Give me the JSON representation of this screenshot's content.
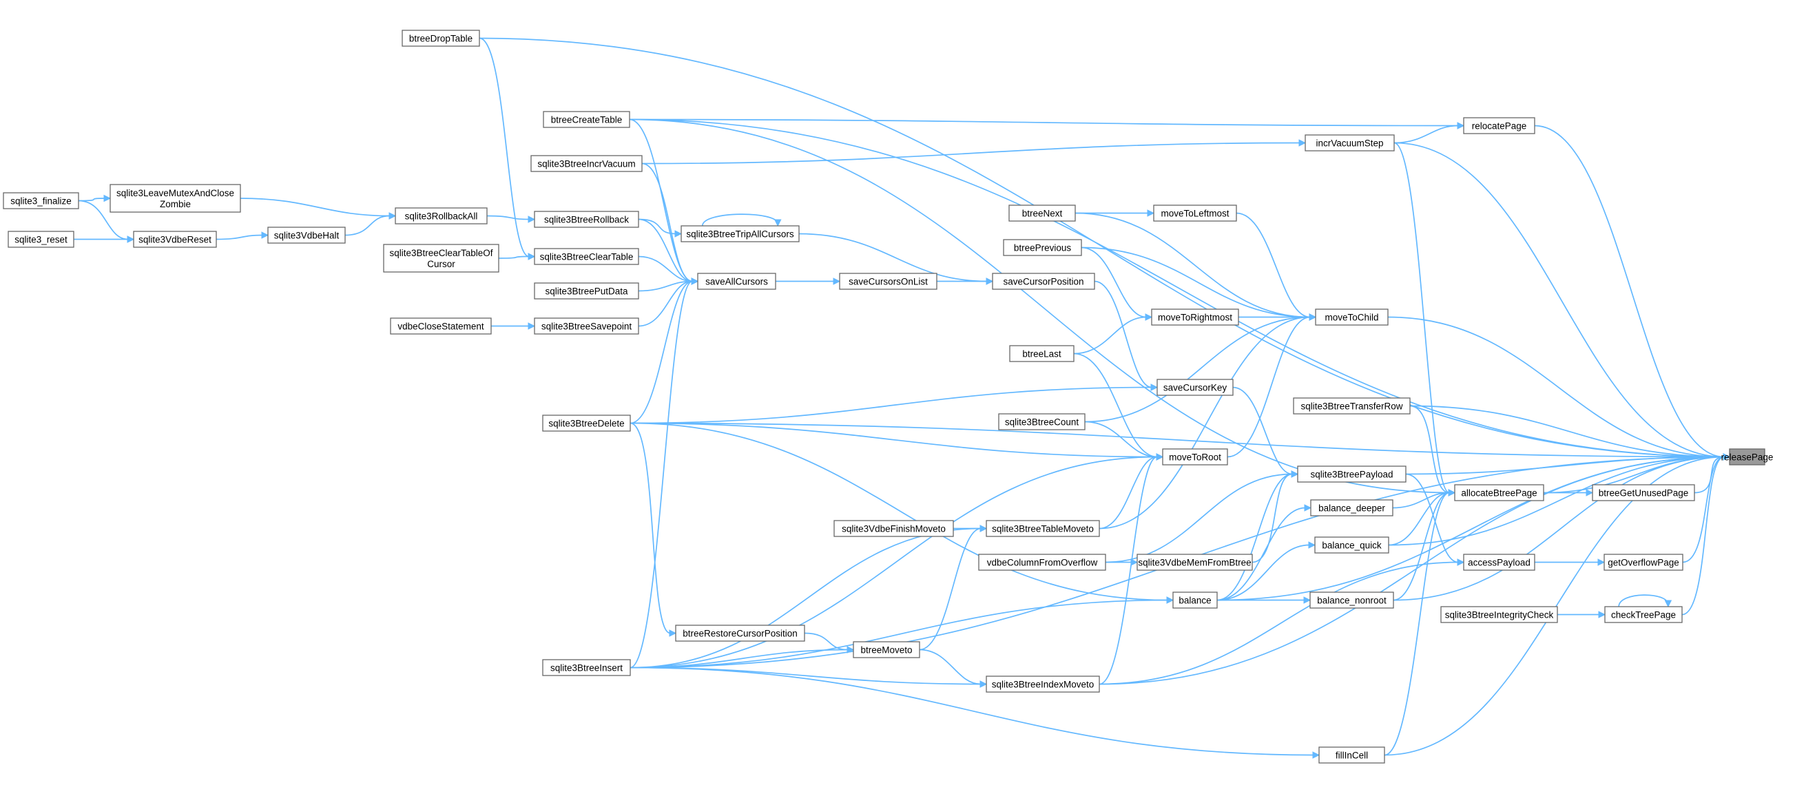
{
  "graph": {
    "root": "releasePage",
    "colors": {
      "edge": "#63b8ff",
      "node_border": "#666666",
      "root_fill": "#999999",
      "node_fill": "#ffffff"
    },
    "nodes": [
      {
        "id": "releasePage",
        "lines": [
          "releasePage"
        ]
      },
      {
        "id": "btreeDropTable",
        "lines": [
          "btreeDropTable"
        ]
      },
      {
        "id": "btreeCreateTable",
        "lines": [
          "btreeCreateTable"
        ]
      },
      {
        "id": "relocatePage",
        "lines": [
          "relocatePage"
        ]
      },
      {
        "id": "incrVacuumStep",
        "lines": [
          "incrVacuumStep"
        ]
      },
      {
        "id": "sqlite3BtreeIncrVacuum",
        "lines": [
          "sqlite3BtreeIncrVacuum"
        ]
      },
      {
        "id": "sqlite3_finalize",
        "lines": [
          "sqlite3_finalize"
        ]
      },
      {
        "id": "sqlite3LeaveMutexAndCloseZombie",
        "lines": [
          "sqlite3LeaveMutexAndClose",
          "Zombie"
        ]
      },
      {
        "id": "sqlite3RollbackAll",
        "lines": [
          "sqlite3RollbackAll"
        ]
      },
      {
        "id": "sqlite3BtreeRollback",
        "lines": [
          "sqlite3BtreeRollback"
        ]
      },
      {
        "id": "sqlite3_reset",
        "lines": [
          "sqlite3_reset"
        ]
      },
      {
        "id": "sqlite3VdbeReset",
        "lines": [
          "sqlite3VdbeReset"
        ]
      },
      {
        "id": "sqlite3VdbeHalt",
        "lines": [
          "sqlite3VdbeHalt"
        ]
      },
      {
        "id": "sqlite3BtreeTripAllCursors",
        "lines": [
          "sqlite3BtreeTripAllCursors"
        ]
      },
      {
        "id": "sqlite3BtreeClearTableOfCursor",
        "lines": [
          "sqlite3BtreeClearTableOf",
          "Cursor"
        ]
      },
      {
        "id": "sqlite3BtreeClearTable",
        "lines": [
          "sqlite3BtreeClearTable"
        ]
      },
      {
        "id": "sqlite3BtreePutData",
        "lines": [
          "sqlite3BtreePutData"
        ]
      },
      {
        "id": "saveAllCursors",
        "lines": [
          "saveAllCursors"
        ]
      },
      {
        "id": "saveCursorsOnList",
        "lines": [
          "saveCursorsOnList"
        ]
      },
      {
        "id": "saveCursorPosition",
        "lines": [
          "saveCursorPosition"
        ]
      },
      {
        "id": "vdbeCloseStatement",
        "lines": [
          "vdbeCloseStatement"
        ]
      },
      {
        "id": "sqlite3BtreeSavepoint",
        "lines": [
          "sqlite3BtreeSavepoint"
        ]
      },
      {
        "id": "btreeNext",
        "lines": [
          "btreeNext"
        ]
      },
      {
        "id": "moveToLeftmost",
        "lines": [
          "moveToLeftmost"
        ]
      },
      {
        "id": "btreePrevious",
        "lines": [
          "btreePrevious"
        ]
      },
      {
        "id": "moveToRightmost",
        "lines": [
          "moveToRightmost"
        ]
      },
      {
        "id": "moveToChild",
        "lines": [
          "moveToChild"
        ]
      },
      {
        "id": "btreeLast",
        "lines": [
          "btreeLast"
        ]
      },
      {
        "id": "saveCursorKey",
        "lines": [
          "saveCursorKey"
        ]
      },
      {
        "id": "sqlite3BtreeDelete",
        "lines": [
          "sqlite3BtreeDelete"
        ]
      },
      {
        "id": "sqlite3BtreeCount",
        "lines": [
          "sqlite3BtreeCount"
        ]
      },
      {
        "id": "moveToRoot",
        "lines": [
          "moveToRoot"
        ]
      },
      {
        "id": "sqlite3BtreeTransferRow",
        "lines": [
          "sqlite3BtreeTransferRow"
        ]
      },
      {
        "id": "sqlite3BtreePayload",
        "lines": [
          "sqlite3BtreePayload"
        ]
      },
      {
        "id": "allocateBtreePage",
        "lines": [
          "allocateBtreePage"
        ]
      },
      {
        "id": "btreeGetUnusedPage",
        "lines": [
          "btreeGetUnusedPage"
        ]
      },
      {
        "id": "balance_deeper",
        "lines": [
          "balance_deeper"
        ]
      },
      {
        "id": "sqlite3VdbeFinishMoveto",
        "lines": [
          "sqlite3VdbeFinishMoveto"
        ]
      },
      {
        "id": "sqlite3BtreeTableMoveto",
        "lines": [
          "sqlite3BtreeTableMoveto"
        ]
      },
      {
        "id": "balance_quick",
        "lines": [
          "balance_quick"
        ]
      },
      {
        "id": "vdbeColumnFromOverflow",
        "lines": [
          "vdbeColumnFromOverflow"
        ]
      },
      {
        "id": "sqlite3VdbeMemFromBtree",
        "lines": [
          "sqlite3VdbeMemFromBtree"
        ]
      },
      {
        "id": "accessPayload",
        "lines": [
          "accessPayload"
        ]
      },
      {
        "id": "getOverflowPage",
        "lines": [
          "getOverflowPage"
        ]
      },
      {
        "id": "balance",
        "lines": [
          "balance"
        ]
      },
      {
        "id": "balance_nonroot",
        "lines": [
          "balance_nonroot"
        ]
      },
      {
        "id": "sqlite3BtreeIntegrityCheck",
        "lines": [
          "sqlite3BtreeIntegrityCheck"
        ]
      },
      {
        "id": "checkTreePage",
        "lines": [
          "checkTreePage"
        ]
      },
      {
        "id": "btreeRestoreCursorPosition",
        "lines": [
          "btreeRestoreCursorPosition"
        ]
      },
      {
        "id": "btreeMoveto",
        "lines": [
          "btreeMoveto"
        ]
      },
      {
        "id": "sqlite3BtreeInsert",
        "lines": [
          "sqlite3BtreeInsert"
        ]
      },
      {
        "id": "sqlite3BtreeIndexMoveto",
        "lines": [
          "sqlite3BtreeIndexMoveto"
        ]
      },
      {
        "id": "fillInCell",
        "lines": [
          "fillInCell"
        ]
      }
    ],
    "edges": [
      [
        "releasePage",
        "btreeDropTable"
      ],
      [
        "releasePage",
        "btreeCreateTable"
      ],
      [
        "releasePage",
        "relocatePage"
      ],
      [
        "releasePage",
        "incrVacuumStep"
      ],
      [
        "releasePage",
        "moveToChild"
      ],
      [
        "releasePage",
        "sqlite3BtreeTransferRow"
      ],
      [
        "releasePage",
        "sqlite3BtreeDelete"
      ],
      [
        "releasePage",
        "sqlite3BtreePayload"
      ],
      [
        "releasePage",
        "allocateBtreePage"
      ],
      [
        "releasePage",
        "btreeGetUnusedPage"
      ],
      [
        "releasePage",
        "balance_quick"
      ],
      [
        "releasePage",
        "getOverflowPage"
      ],
      [
        "releasePage",
        "checkTreePage"
      ],
      [
        "releasePage",
        "balance_nonroot"
      ],
      [
        "releasePage",
        "balance"
      ],
      [
        "releasePage",
        "sqlite3BtreeIndexMoveto"
      ],
      [
        "releasePage",
        "fillInCell"
      ],
      [
        "releasePage",
        "sqlite3BtreeInsert"
      ],
      [
        "relocatePage",
        "btreeCreateTable"
      ],
      [
        "relocatePage",
        "incrVacuumStep"
      ],
      [
        "incrVacuumStep",
        "sqlite3BtreeIncrVacuum"
      ],
      [
        "moveToChild",
        "moveToLeftmost"
      ],
      [
        "moveToChild",
        "btreeNext"
      ],
      [
        "moveToChild",
        "btreePrevious"
      ],
      [
        "moveToChild",
        "moveToRightmost"
      ],
      [
        "moveToChild",
        "moveToRoot"
      ],
      [
        "moveToChild",
        "sqlite3BtreeCount"
      ],
      [
        "moveToChild",
        "sqlite3BtreeTableMoveto"
      ],
      [
        "moveToLeftmost",
        "btreeNext"
      ],
      [
        "moveToRightmost",
        "btreePrevious"
      ],
      [
        "moveToRightmost",
        "btreeLast"
      ],
      [
        "moveToRoot",
        "btreeLast"
      ],
      [
        "moveToRoot",
        "sqlite3BtreeCount"
      ],
      [
        "moveToRoot",
        "sqlite3BtreeDelete"
      ],
      [
        "moveToRoot",
        "sqlite3BtreeInsert"
      ],
      [
        "moveToRoot",
        "sqlite3BtreeTableMoveto"
      ],
      [
        "moveToRoot",
        "sqlite3BtreeIndexMoveto"
      ],
      [
        "allocateBtreePage",
        "btreeCreateTable"
      ],
      [
        "allocateBtreePage",
        "incrVacuumStep"
      ],
      [
        "allocateBtreePage",
        "sqlite3BtreeTransferRow"
      ],
      [
        "allocateBtreePage",
        "balance_deeper"
      ],
      [
        "allocateBtreePage",
        "balance_quick"
      ],
      [
        "allocateBtreePage",
        "balance_nonroot"
      ],
      [
        "allocateBtreePage",
        "fillInCell"
      ],
      [
        "btreeGetUnusedPage",
        "allocateBtreePage"
      ],
      [
        "balance_deeper",
        "balance"
      ],
      [
        "balance_quick",
        "balance"
      ],
      [
        "balance_nonroot",
        "balance"
      ],
      [
        "balance",
        "sqlite3BtreeDelete"
      ],
      [
        "balance",
        "sqlite3BtreeInsert"
      ],
      [
        "sqlite3BtreePayload",
        "saveCursorKey"
      ],
      [
        "sqlite3BtreePayload",
        "sqlite3VdbeMemFromBtree"
      ],
      [
        "sqlite3BtreePayload",
        "vdbeColumnFromOverflow"
      ],
      [
        "sqlite3BtreePayload",
        "balance"
      ],
      [
        "accessPayload",
        "sqlite3BtreePayload"
      ],
      [
        "accessPayload",
        "sqlite3BtreeIndexMoveto"
      ],
      [
        "getOverflowPage",
        "accessPayload"
      ],
      [
        "checkTreePage",
        "sqlite3BtreeIntegrityCheck"
      ],
      [
        "checkTreePage",
        "checkTreePage"
      ],
      [
        "sqlite3VdbeMemFromBtree",
        "vdbeColumnFromOverflow"
      ],
      [
        "saveCursorKey",
        "saveCursorPosition"
      ],
      [
        "saveCursorKey",
        "sqlite3BtreeDelete"
      ],
      [
        "saveCursorPosition",
        "saveCursorsOnList"
      ],
      [
        "saveCursorPosition",
        "sqlite3BtreeTripAllCursors"
      ],
      [
        "saveCursorsOnList",
        "saveAllCursors"
      ],
      [
        "saveAllCursors",
        "btreeCreateTable"
      ],
      [
        "saveAllCursors",
        "sqlite3BtreeIncrVacuum"
      ],
      [
        "saveAllCursors",
        "sqlite3BtreeRollback"
      ],
      [
        "saveAllCursors",
        "sqlite3BtreeClearTable"
      ],
      [
        "saveAllCursors",
        "sqlite3BtreePutData"
      ],
      [
        "saveAllCursors",
        "sqlite3BtreeSavepoint"
      ],
      [
        "saveAllCursors",
        "sqlite3BtreeDelete"
      ],
      [
        "saveAllCursors",
        "sqlite3BtreeInsert"
      ],
      [
        "sqlite3BtreeTripAllCursors",
        "sqlite3BtreeRollback"
      ],
      [
        "sqlite3BtreeTripAllCursors",
        "sqlite3BtreeTripAllCursors"
      ],
      [
        "sqlite3BtreeRollback",
        "sqlite3RollbackAll"
      ],
      [
        "sqlite3RollbackAll",
        "sqlite3LeaveMutexAndCloseZombie"
      ],
      [
        "sqlite3RollbackAll",
        "sqlite3VdbeHalt"
      ],
      [
        "sqlite3LeaveMutexAndCloseZombie",
        "sqlite3_finalize"
      ],
      [
        "sqlite3VdbeHalt",
        "sqlite3VdbeReset"
      ],
      [
        "sqlite3VdbeReset",
        "sqlite3_reset"
      ],
      [
        "sqlite3VdbeReset",
        "sqlite3_finalize"
      ],
      [
        "sqlite3BtreeClearTable",
        "sqlite3BtreeClearTableOfCursor"
      ],
      [
        "sqlite3BtreeClearTable",
        "btreeDropTable"
      ],
      [
        "sqlite3BtreeSavepoint",
        "vdbeCloseStatement"
      ],
      [
        "sqlite3BtreeTableMoveto",
        "sqlite3VdbeFinishMoveto"
      ],
      [
        "sqlite3BtreeTableMoveto",
        "btreeMoveto"
      ],
      [
        "sqlite3BtreeTableMoveto",
        "sqlite3BtreeInsert"
      ],
      [
        "btreeMoveto",
        "btreeRestoreCursorPosition"
      ],
      [
        "btreeMoveto",
        "sqlite3BtreeInsert"
      ],
      [
        "btreeRestoreCursorPosition",
        "sqlite3BtreeDelete"
      ],
      [
        "sqlite3BtreeIndexMoveto",
        "btreeMoveto"
      ],
      [
        "sqlite3BtreeIndexMoveto",
        "sqlite3BtreeInsert"
      ],
      [
        "fillInCell",
        "sqlite3BtreeInsert"
      ]
    ]
  }
}
